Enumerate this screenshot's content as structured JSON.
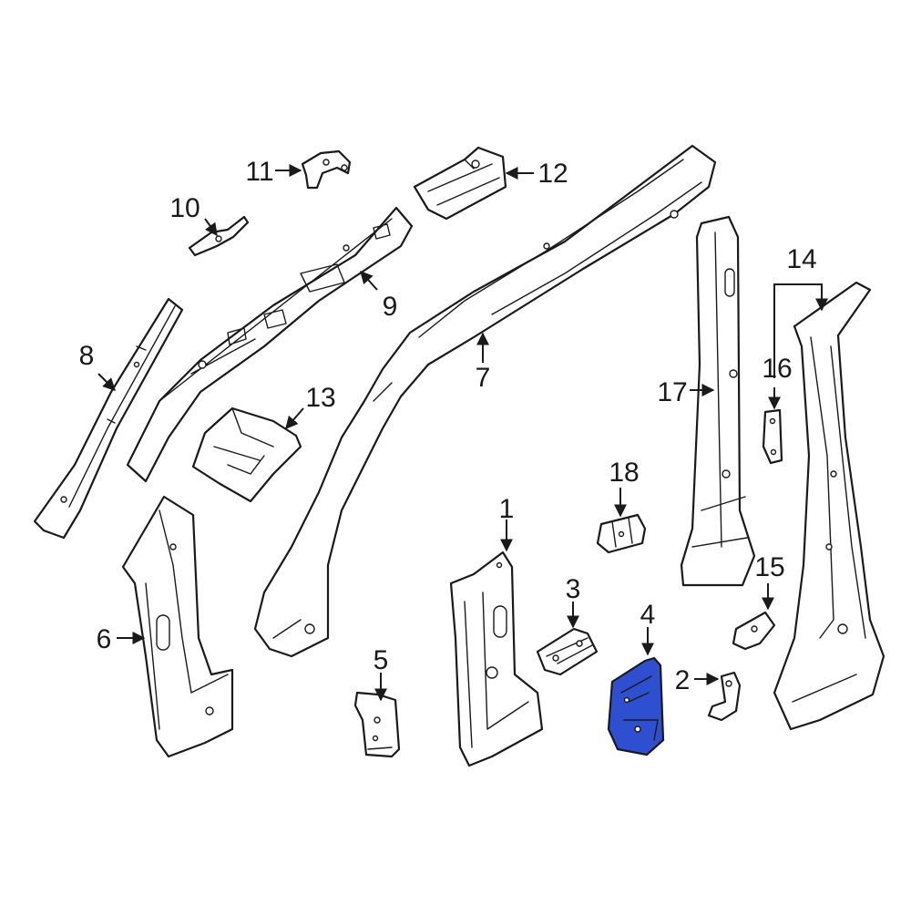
{
  "diagram": {
    "highlight_color": "#2f4fd1",
    "outline_color": "#1a1a1a",
    "background_color": "#ffffff",
    "highlighted_part": "4",
    "callouts": {
      "c1": "1",
      "c2": "2",
      "c3": "3",
      "c4": "4",
      "c5": "5",
      "c6": "6",
      "c7": "7",
      "c8": "8",
      "c9": "9",
      "c10": "10",
      "c11": "11",
      "c12": "12",
      "c13": "13",
      "c14": "14",
      "c15": "15",
      "c16": "16",
      "c17": "17",
      "c18": "18"
    }
  }
}
